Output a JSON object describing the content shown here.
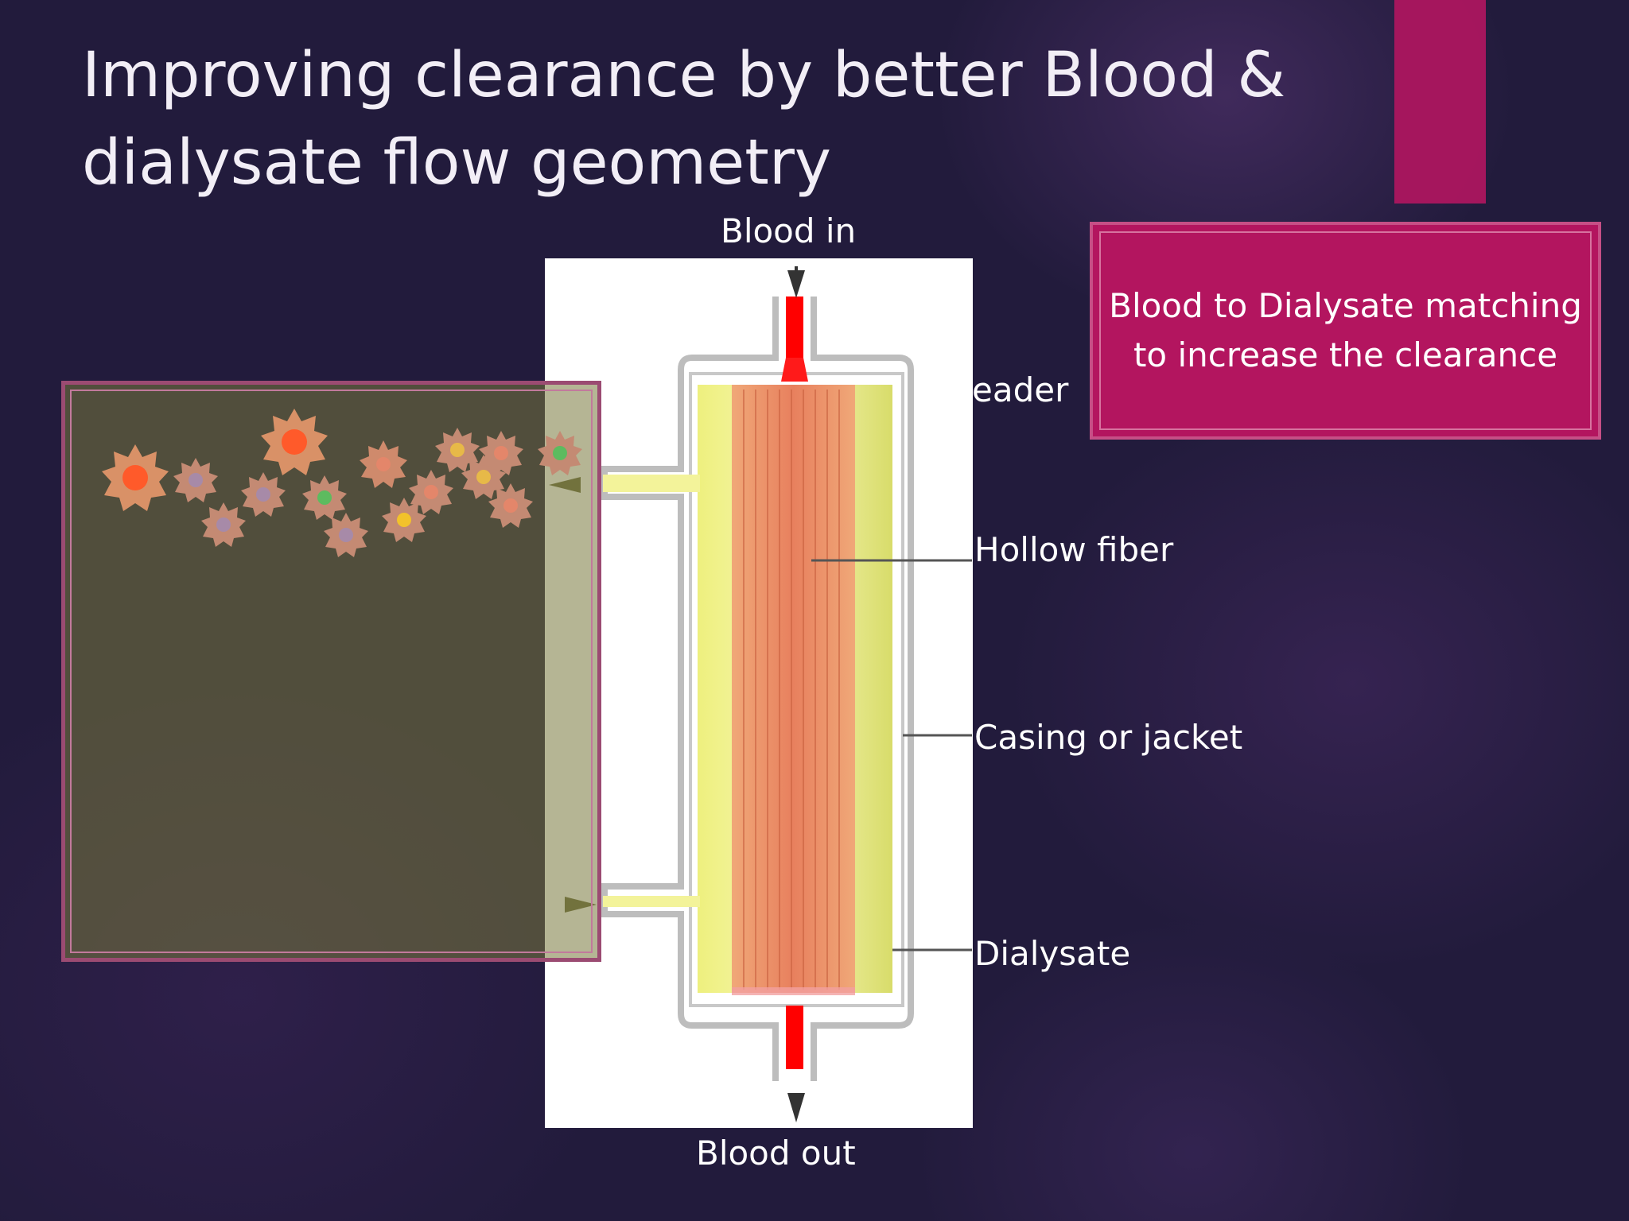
{
  "slide": {
    "title": "Improving clearance by better Blood & dialysate flow geometry",
    "callout_text": "Blood to Dialysate matching to increase the clearance"
  },
  "diagram": {
    "labels": {
      "blood_in": "Blood in",
      "header": "eader",
      "hollow_fiber": "Hollow fiber",
      "casing": "Casing or jacket",
      "dialysate": "Dialysate",
      "blood_out": "Blood out"
    }
  },
  "colors": {
    "background": "#221b3c",
    "accent": "#b3155f",
    "blood": "#ff0000",
    "fiber_bundle": "#e98a63",
    "dialysate_fluid": "#f0f09a"
  }
}
